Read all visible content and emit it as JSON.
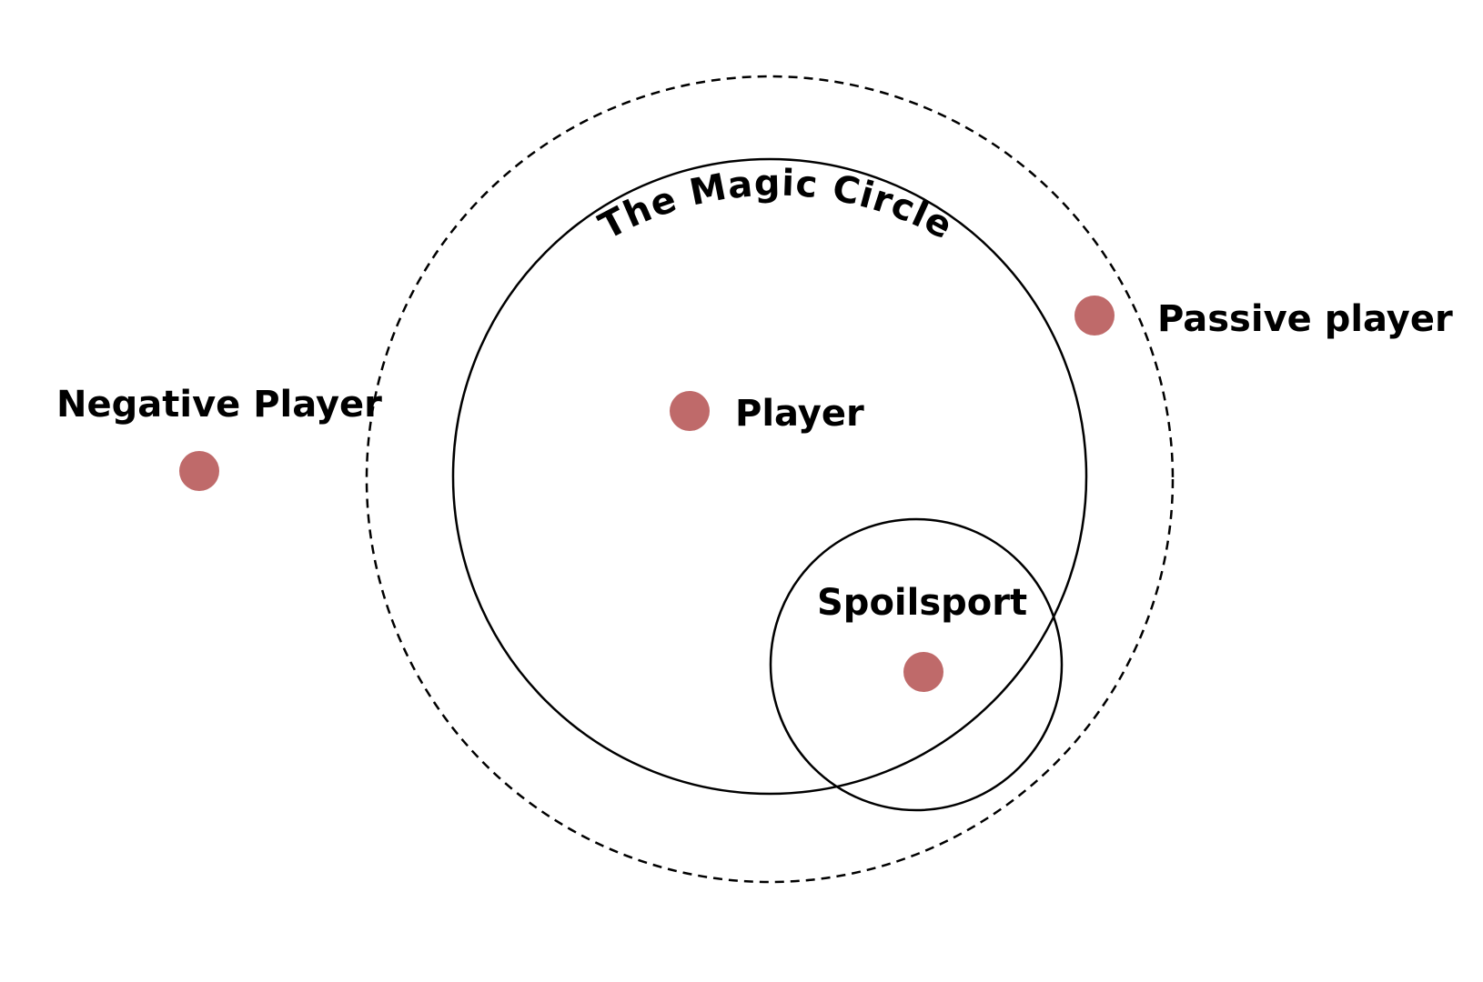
{
  "diagram": {
    "labels": {
      "magic_circle": "The Magic Circle",
      "player": "Player",
      "passive_player": "Passive player",
      "negative_player": "Negative Player",
      "spoilsport": "Spoilsport"
    },
    "colors": {
      "player_dot": "#bf6a6a",
      "stroke": "#000000",
      "background": "#ffffff"
    },
    "boundaries": {
      "outer": "dashed",
      "magic_circle": "solid",
      "spoilsport": "solid"
    }
  }
}
